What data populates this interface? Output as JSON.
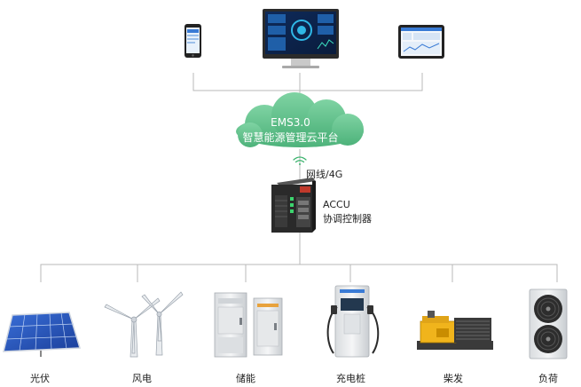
{
  "cloud": {
    "line1": "EMS3.0",
    "line2": "智慧能源管理云平台",
    "color": "#5cbf8a"
  },
  "link": {
    "label": "网线/4G",
    "wifi_color": "#3cb46e"
  },
  "controller": {
    "line1": "ACCU",
    "line2": "协调控制器"
  },
  "clients": [
    {
      "name": "phone",
      "icon": "smartphone-icon"
    },
    {
      "name": "desktop",
      "icon": "monitor-icon"
    },
    {
      "name": "tablet",
      "icon": "tablet-icon"
    }
  ],
  "devices": [
    {
      "label": "光伏",
      "icon": "solar-panel-icon"
    },
    {
      "label": "风电",
      "icon": "wind-turbine-icon"
    },
    {
      "label": "储能",
      "icon": "energy-storage-icon"
    },
    {
      "label": "充电桩",
      "icon": "ev-charger-icon"
    },
    {
      "label": "柴发",
      "icon": "diesel-generator-icon"
    },
    {
      "label": "负荷",
      "icon": "load-unit-icon"
    }
  ],
  "line_color": "#b8b8b8"
}
